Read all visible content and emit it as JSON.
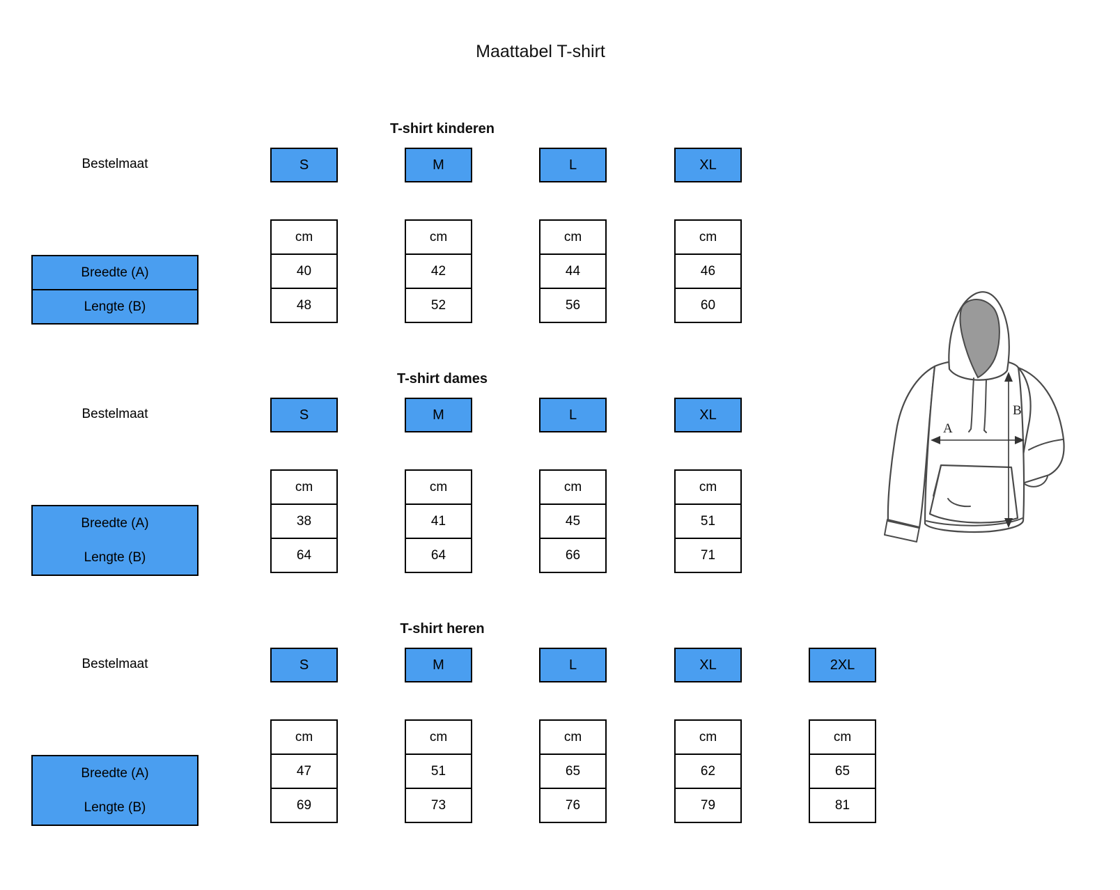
{
  "title": "Maattabel T-shirt",
  "labels": {
    "bestelmaat": "Bestelmaat",
    "breedte": "Breedte (A)",
    "lengte": "Lengte (B)",
    "unit": "cm"
  },
  "colors": {
    "size_box_blue": "#4a9ef0",
    "hood_gray": "#9a9a9a"
  },
  "diagram": {
    "width_arrow_label": "A",
    "length_arrow_label": "B"
  },
  "sections": [
    {
      "header": "T-shirt kinderen",
      "columns": [
        {
          "size": "S",
          "breedte": "40",
          "lengte": "48"
        },
        {
          "size": "M",
          "breedte": "42",
          "lengte": "52"
        },
        {
          "size": "L",
          "breedte": "44",
          "lengte": "56"
        },
        {
          "size": "XL",
          "breedte": "46",
          "lengte": "60"
        }
      ]
    },
    {
      "header": "T-shirt dames",
      "columns": [
        {
          "size": "S",
          "breedte": "38",
          "lengte": "64"
        },
        {
          "size": "M",
          "breedte": "41",
          "lengte": "64"
        },
        {
          "size": "L",
          "breedte": "45",
          "lengte": "66"
        },
        {
          "size": "XL",
          "breedte": "51",
          "lengte": "71"
        }
      ]
    },
    {
      "header": "T-shirt heren",
      "columns": [
        {
          "size": "S",
          "breedte": "47",
          "lengte": "69"
        },
        {
          "size": "M",
          "breedte": "51",
          "lengte": "73"
        },
        {
          "size": "L",
          "breedte": "65",
          "lengte": "76"
        },
        {
          "size": "XL",
          "breedte": "62",
          "lengte": "79"
        },
        {
          "size": "2XL",
          "breedte": "65",
          "lengte": "81"
        }
      ]
    }
  ]
}
